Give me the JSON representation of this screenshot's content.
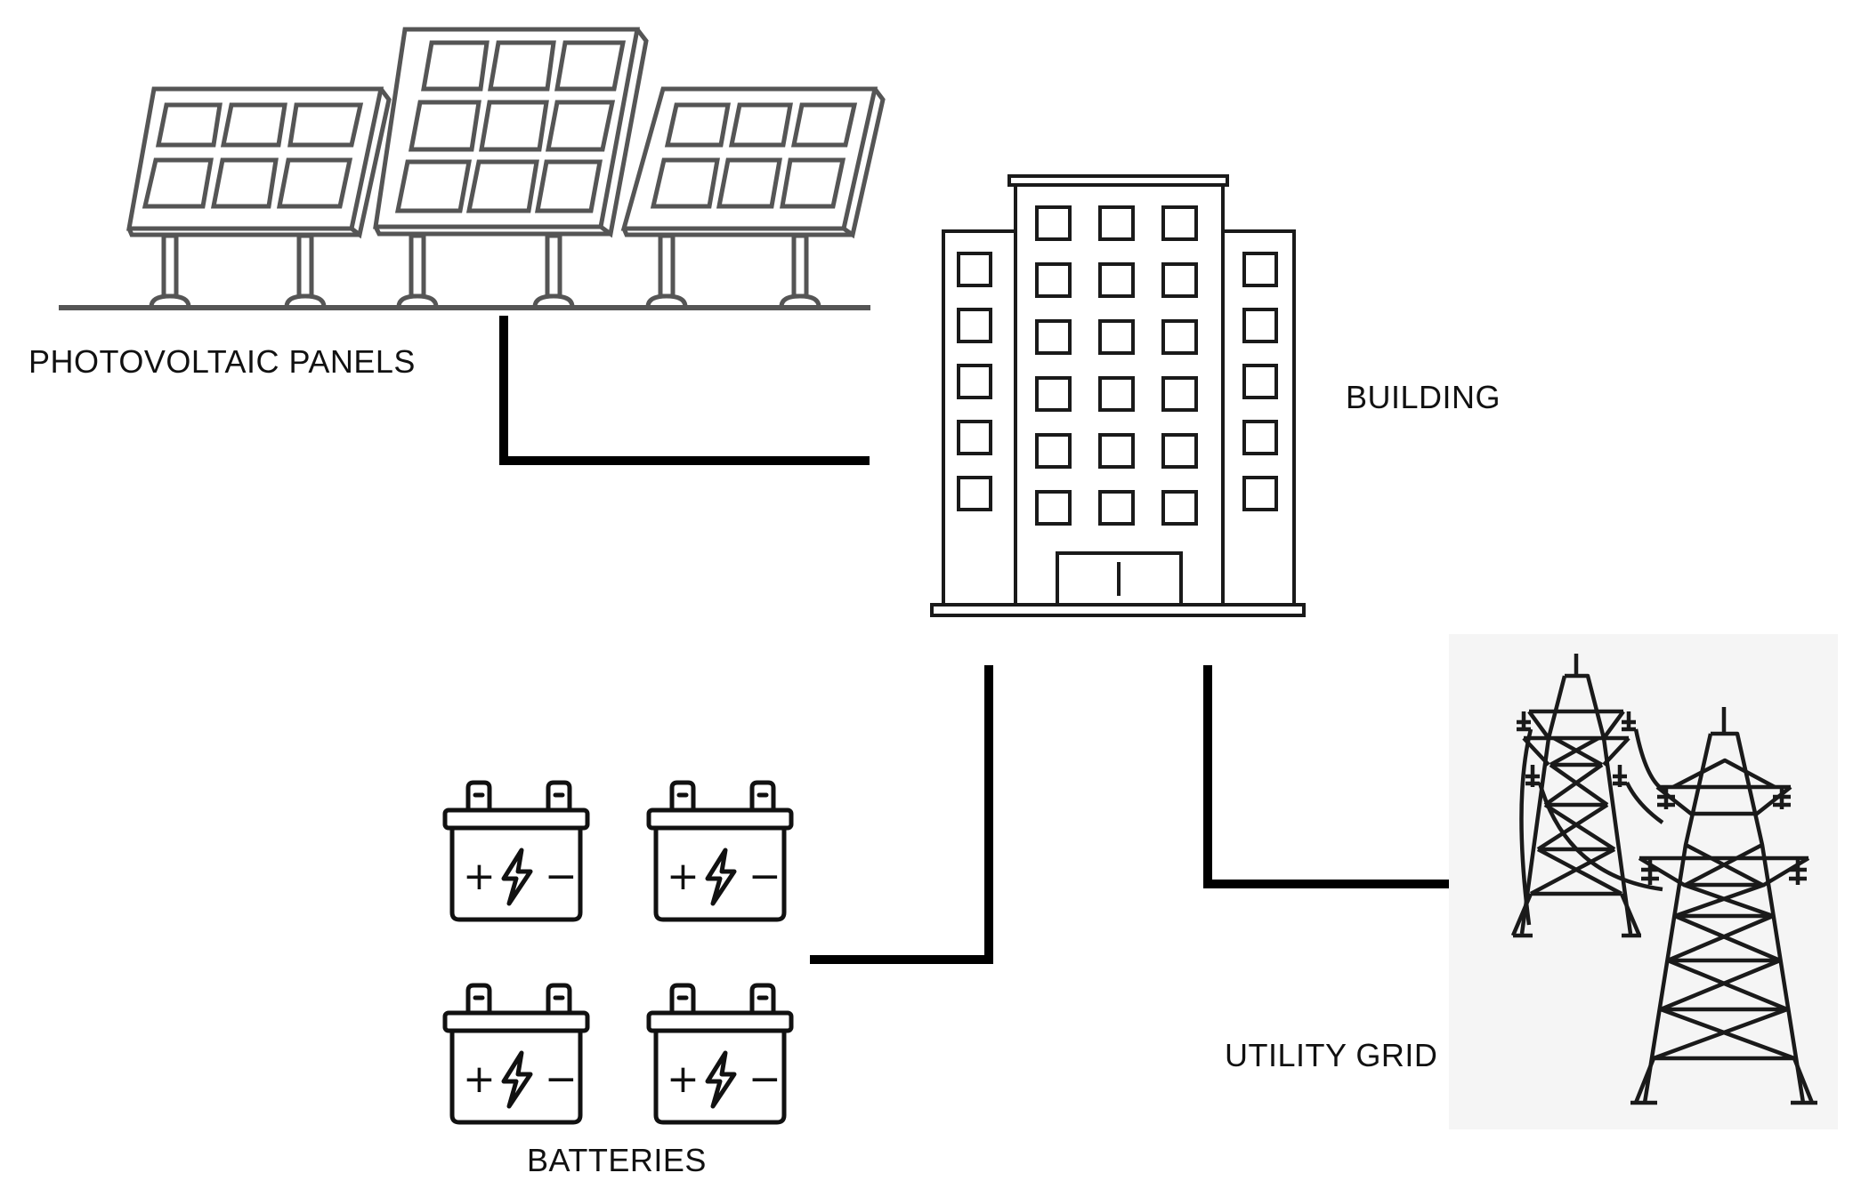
{
  "labels": {
    "photovoltaic": "PHOTOVOLTAIC PANELS",
    "building": "BUILDING",
    "batteries": "BATTERIES",
    "grid": "UTILITY GRID"
  },
  "battery_symbols": {
    "plus": "+",
    "minus": "−"
  },
  "icons": [
    "solar-panel-icon",
    "building-icon",
    "battery-icon",
    "power-tower-icon"
  ],
  "colors": {
    "line": "#000000",
    "panel_stroke": "#555555",
    "grid_bg": "#f5f5f5"
  }
}
